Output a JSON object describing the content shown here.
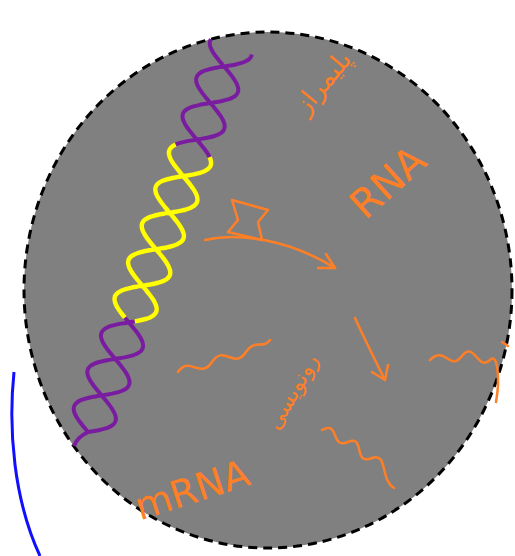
{
  "diagram": {
    "labels": [
      "پلیمراز",
      "RNA",
      "رونویسی",
      "mRNA"
    ]
  }
}
